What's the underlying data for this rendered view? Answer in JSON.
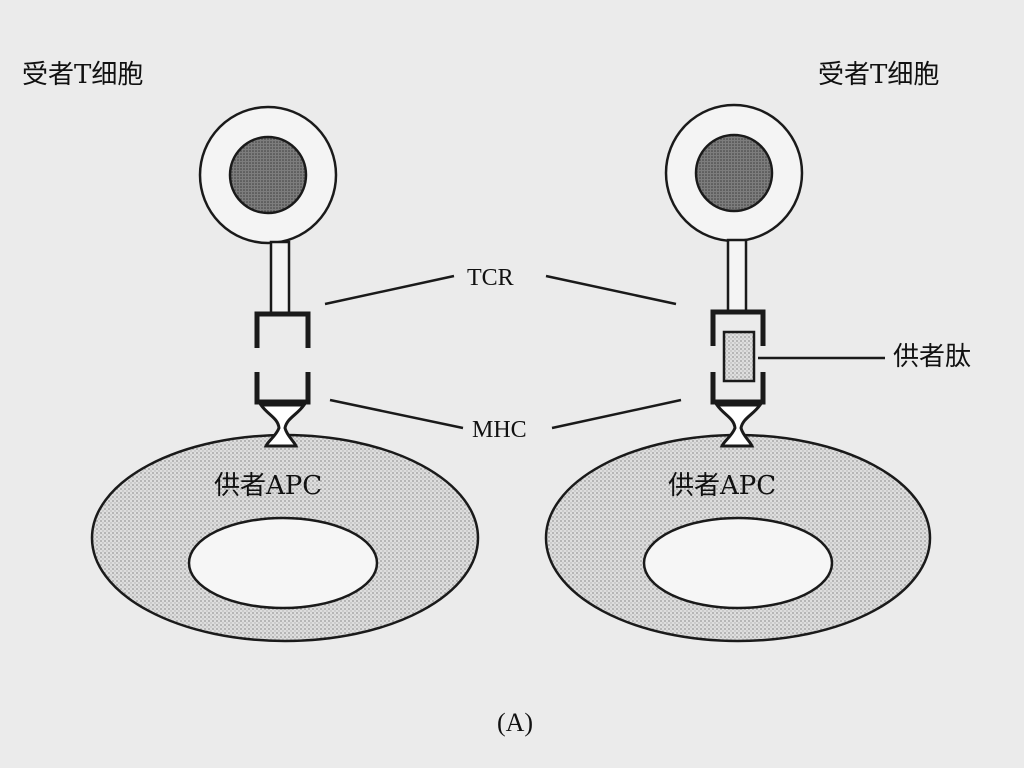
{
  "labels": {
    "recipient_t_cell_left": "受者T细胞",
    "recipient_t_cell_right": "受者T细胞",
    "tcr": "TCR",
    "mhc": "MHC",
    "donor_peptide": "供者肽",
    "donor_apc_left": "供者APC",
    "donor_apc_right": "供者APC",
    "caption": "(A)"
  },
  "colors": {
    "background": "#ebebeb",
    "outline": "#1a1a1a",
    "cell_fill": "#f4f4f4",
    "nucleus_fill": "#8a8a8a",
    "apc_fill": "#d2d2d2"
  }
}
